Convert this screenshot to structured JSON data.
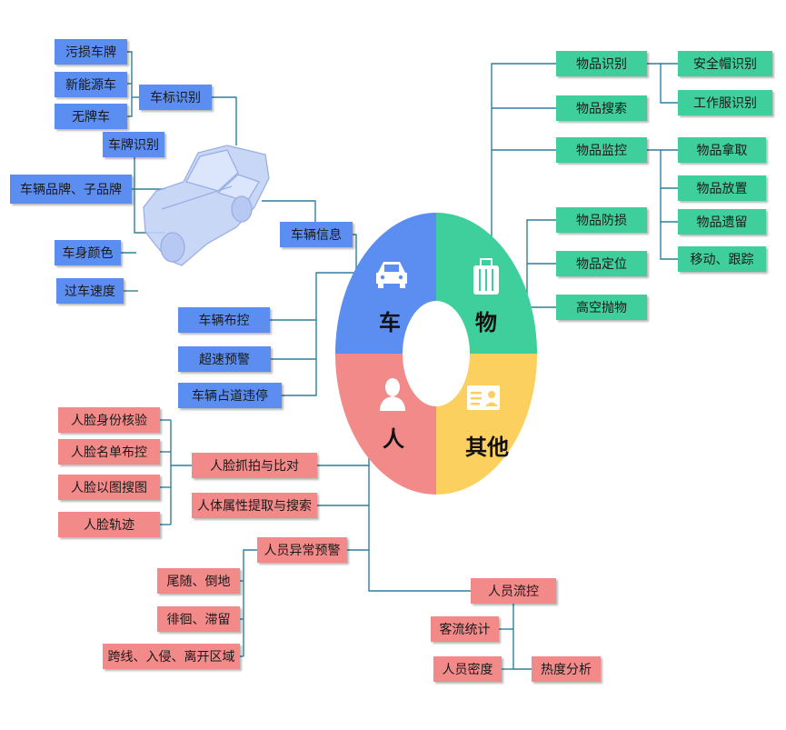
{
  "center": {
    "vehicle": "车",
    "object": "物",
    "person": "人",
    "other": "其他"
  },
  "vehicle": {
    "plate_recog": {
      "label": "车标识别",
      "children": [
        "污损车牌",
        "新能源车",
        "无牌车"
      ]
    },
    "attributes": [
      "车牌识别",
      "车辆品牌、子品牌",
      "车身颜色",
      "过车速度"
    ],
    "info": "车辆信息",
    "controls": [
      "车辆布控",
      "超速预警",
      "车辆占道违停"
    ]
  },
  "object": {
    "recog": {
      "label": "物品识别",
      "children": [
        "安全帽识别",
        "工作服识别"
      ]
    },
    "search": "物品搜索",
    "monitor": {
      "label": "物品监控",
      "children": [
        "物品拿取",
        "物品放置",
        "物品遗留",
        "移动、跟踪"
      ]
    },
    "others": [
      "物品防损",
      "物品定位",
      "高空抛物"
    ]
  },
  "person": {
    "face_capture": {
      "label": "人脸抓拍与比对",
      "children": [
        "人脸身份核验",
        "人脸名单布控",
        "人脸以图搜图",
        "人脸轨迹"
      ]
    },
    "body_attr": "人体属性提取与搜索",
    "abnormal": {
      "label": "人员异常预警",
      "children": [
        "尾随、倒地",
        "徘徊、滞留",
        "跨线、入侵、离开区域"
      ]
    },
    "flow": {
      "label": "人员流控",
      "children": [
        "客流统计",
        "人员密度",
        "热度分析"
      ]
    }
  },
  "colors": {
    "vehicle": "#5b8ef0",
    "object": "#3fcf9c",
    "person": "#f28a8a",
    "other": "#fcd05e",
    "connector": "#2f7f9e"
  },
  "icons": {
    "vehicle": "car-icon",
    "object": "luggage-icon",
    "person": "person-icon",
    "other": "id-card-icon",
    "illustration": "sedan-illustration"
  }
}
